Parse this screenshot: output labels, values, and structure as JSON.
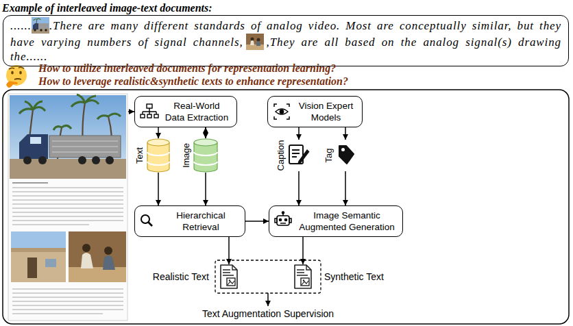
{
  "diagram": {
    "nodes": [
      {
        "text": [
          "Example of interleaved image-text documents:",
          "......",
          ".There are many different standards of analog video. Most are conceptually similar, but they have varying numbers of signal channels,",
          ",They are all based on the analog signal(s) drawing the......"
        ]
      },
      {
        "text": [
          "Real-World Data Extraction"
        ]
      },
      {
        "text": [
          "Vision Expert Models"
        ]
      },
      {
        "text": [
          "Text"
        ]
      },
      {
        "text": [
          "Image"
        ]
      },
      {
        "text": [
          "Caption"
        ]
      },
      {
        "text": [
          "Tag"
        ]
      },
      {
        "text": [
          "Hierarchical Retrieval"
        ]
      },
      {
        "text": [
          "Image Semantic Augmented Generation"
        ]
      },
      {
        "text": [
          "Realistic Text"
        ]
      },
      {
        "text": [
          "Synthetic Text"
        ]
      }
    ],
    "edges": [
      {
        "from": 1,
        "to": 3,
        "arrow": "to"
      },
      {
        "from": 1,
        "to": 4,
        "arrow": "to"
      },
      {
        "from": 4,
        "to": 2,
        "arrow": "to"
      },
      {
        "from": 2,
        "to": 5,
        "arrow": "to"
      },
      {
        "from": 2,
        "to": 6,
        "arrow": "to"
      },
      {
        "from": 3,
        "to": 7,
        "arrow": "to"
      },
      {
        "from": 4,
        "to": 7,
        "arrow": "to"
      },
      {
        "from": 7,
        "to": 8,
        "arrow": "to"
      },
      {
        "from": 5,
        "to": 8,
        "arrow": "to"
      },
      {
        "from": 6,
        "to": 8,
        "arrow": "to"
      },
      {
        "from": 7,
        "to": 9,
        "arrow": "to"
      },
      {
        "from": 8,
        "to": 10,
        "arrow": "to"
      }
    ],
    "labels": [
      "How to utilize interleaved documents for representation learning?",
      "How to leverage realistic&synthetic texts to enhance representation?",
      "Text Augmentation Supervision"
    ]
  }
}
